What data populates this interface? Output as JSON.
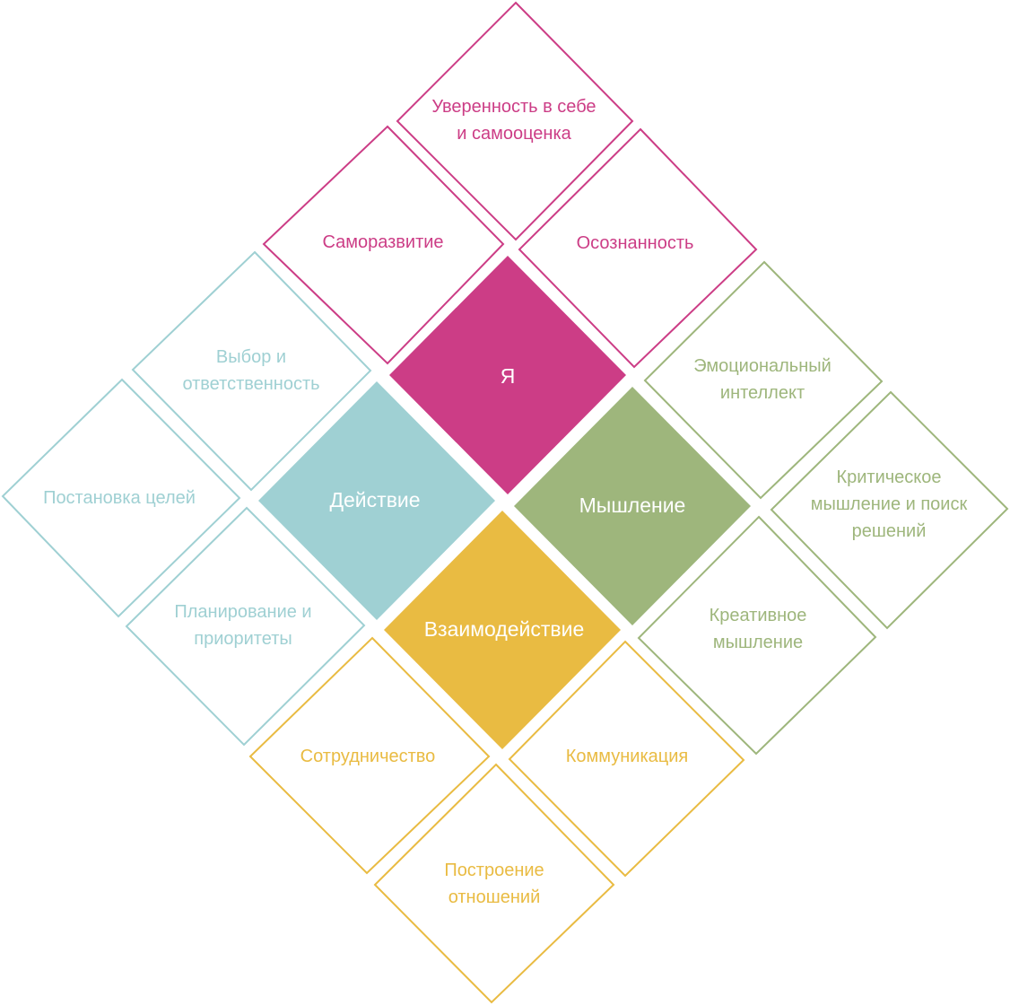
{
  "colors": {
    "ya": "#cc3d86",
    "action": "#9fd0d3",
    "thinking": "#9eb67c",
    "interaction": "#e9bb42",
    "center_text": "#ffffff"
  },
  "centers": {
    "ya": "Я",
    "action": "Действие",
    "thinking": "Мышление",
    "interaction": "Взаимодействие"
  },
  "skills": {
    "confidence": "Уверенность в себе\nи самооценка",
    "self_development": "Саморазвитие",
    "awareness": "Осознанность",
    "choice": "Выбор и\nответственность",
    "goals": "Постановка целей",
    "planning": "Планирование и\nприоритеты",
    "emotional": "Эмоциональный\nинтеллект",
    "critical": "Критическое\nмышление и поиск\nрешений",
    "creative": "Креативное\nмышление",
    "cooperation": "Сотрудничество",
    "communication": "Коммуникация",
    "relationships": "Построение\nотношений"
  }
}
